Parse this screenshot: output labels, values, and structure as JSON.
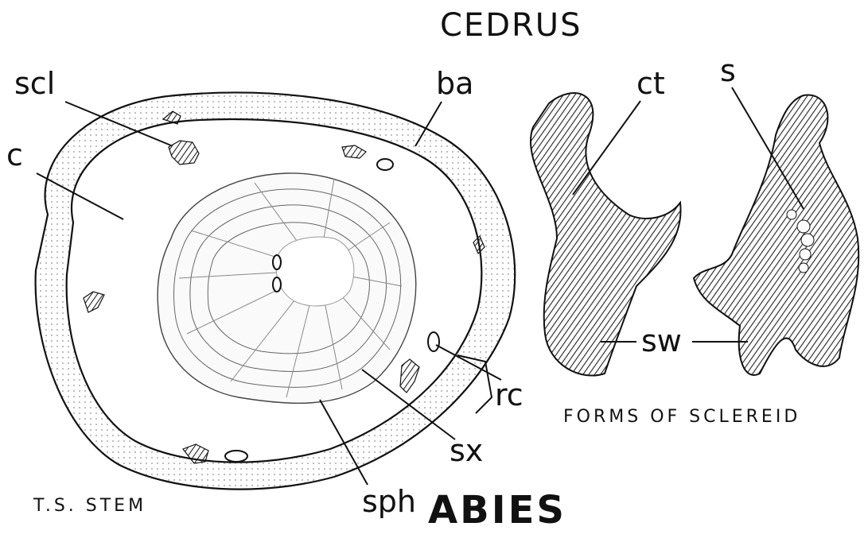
{
  "titles": {
    "top": "CEDRUS",
    "bottom": "ABIES"
  },
  "captions": {
    "stem": "T.S. STEM",
    "sclereid": "FORMS OF SCLEREID"
  },
  "labels": {
    "scl": "scl",
    "c": "c",
    "ba": "ba",
    "ct": "ct",
    "s": "s",
    "sw": "sw",
    "rc": "rc",
    "sx": "sx",
    "sph": "sph"
  }
}
